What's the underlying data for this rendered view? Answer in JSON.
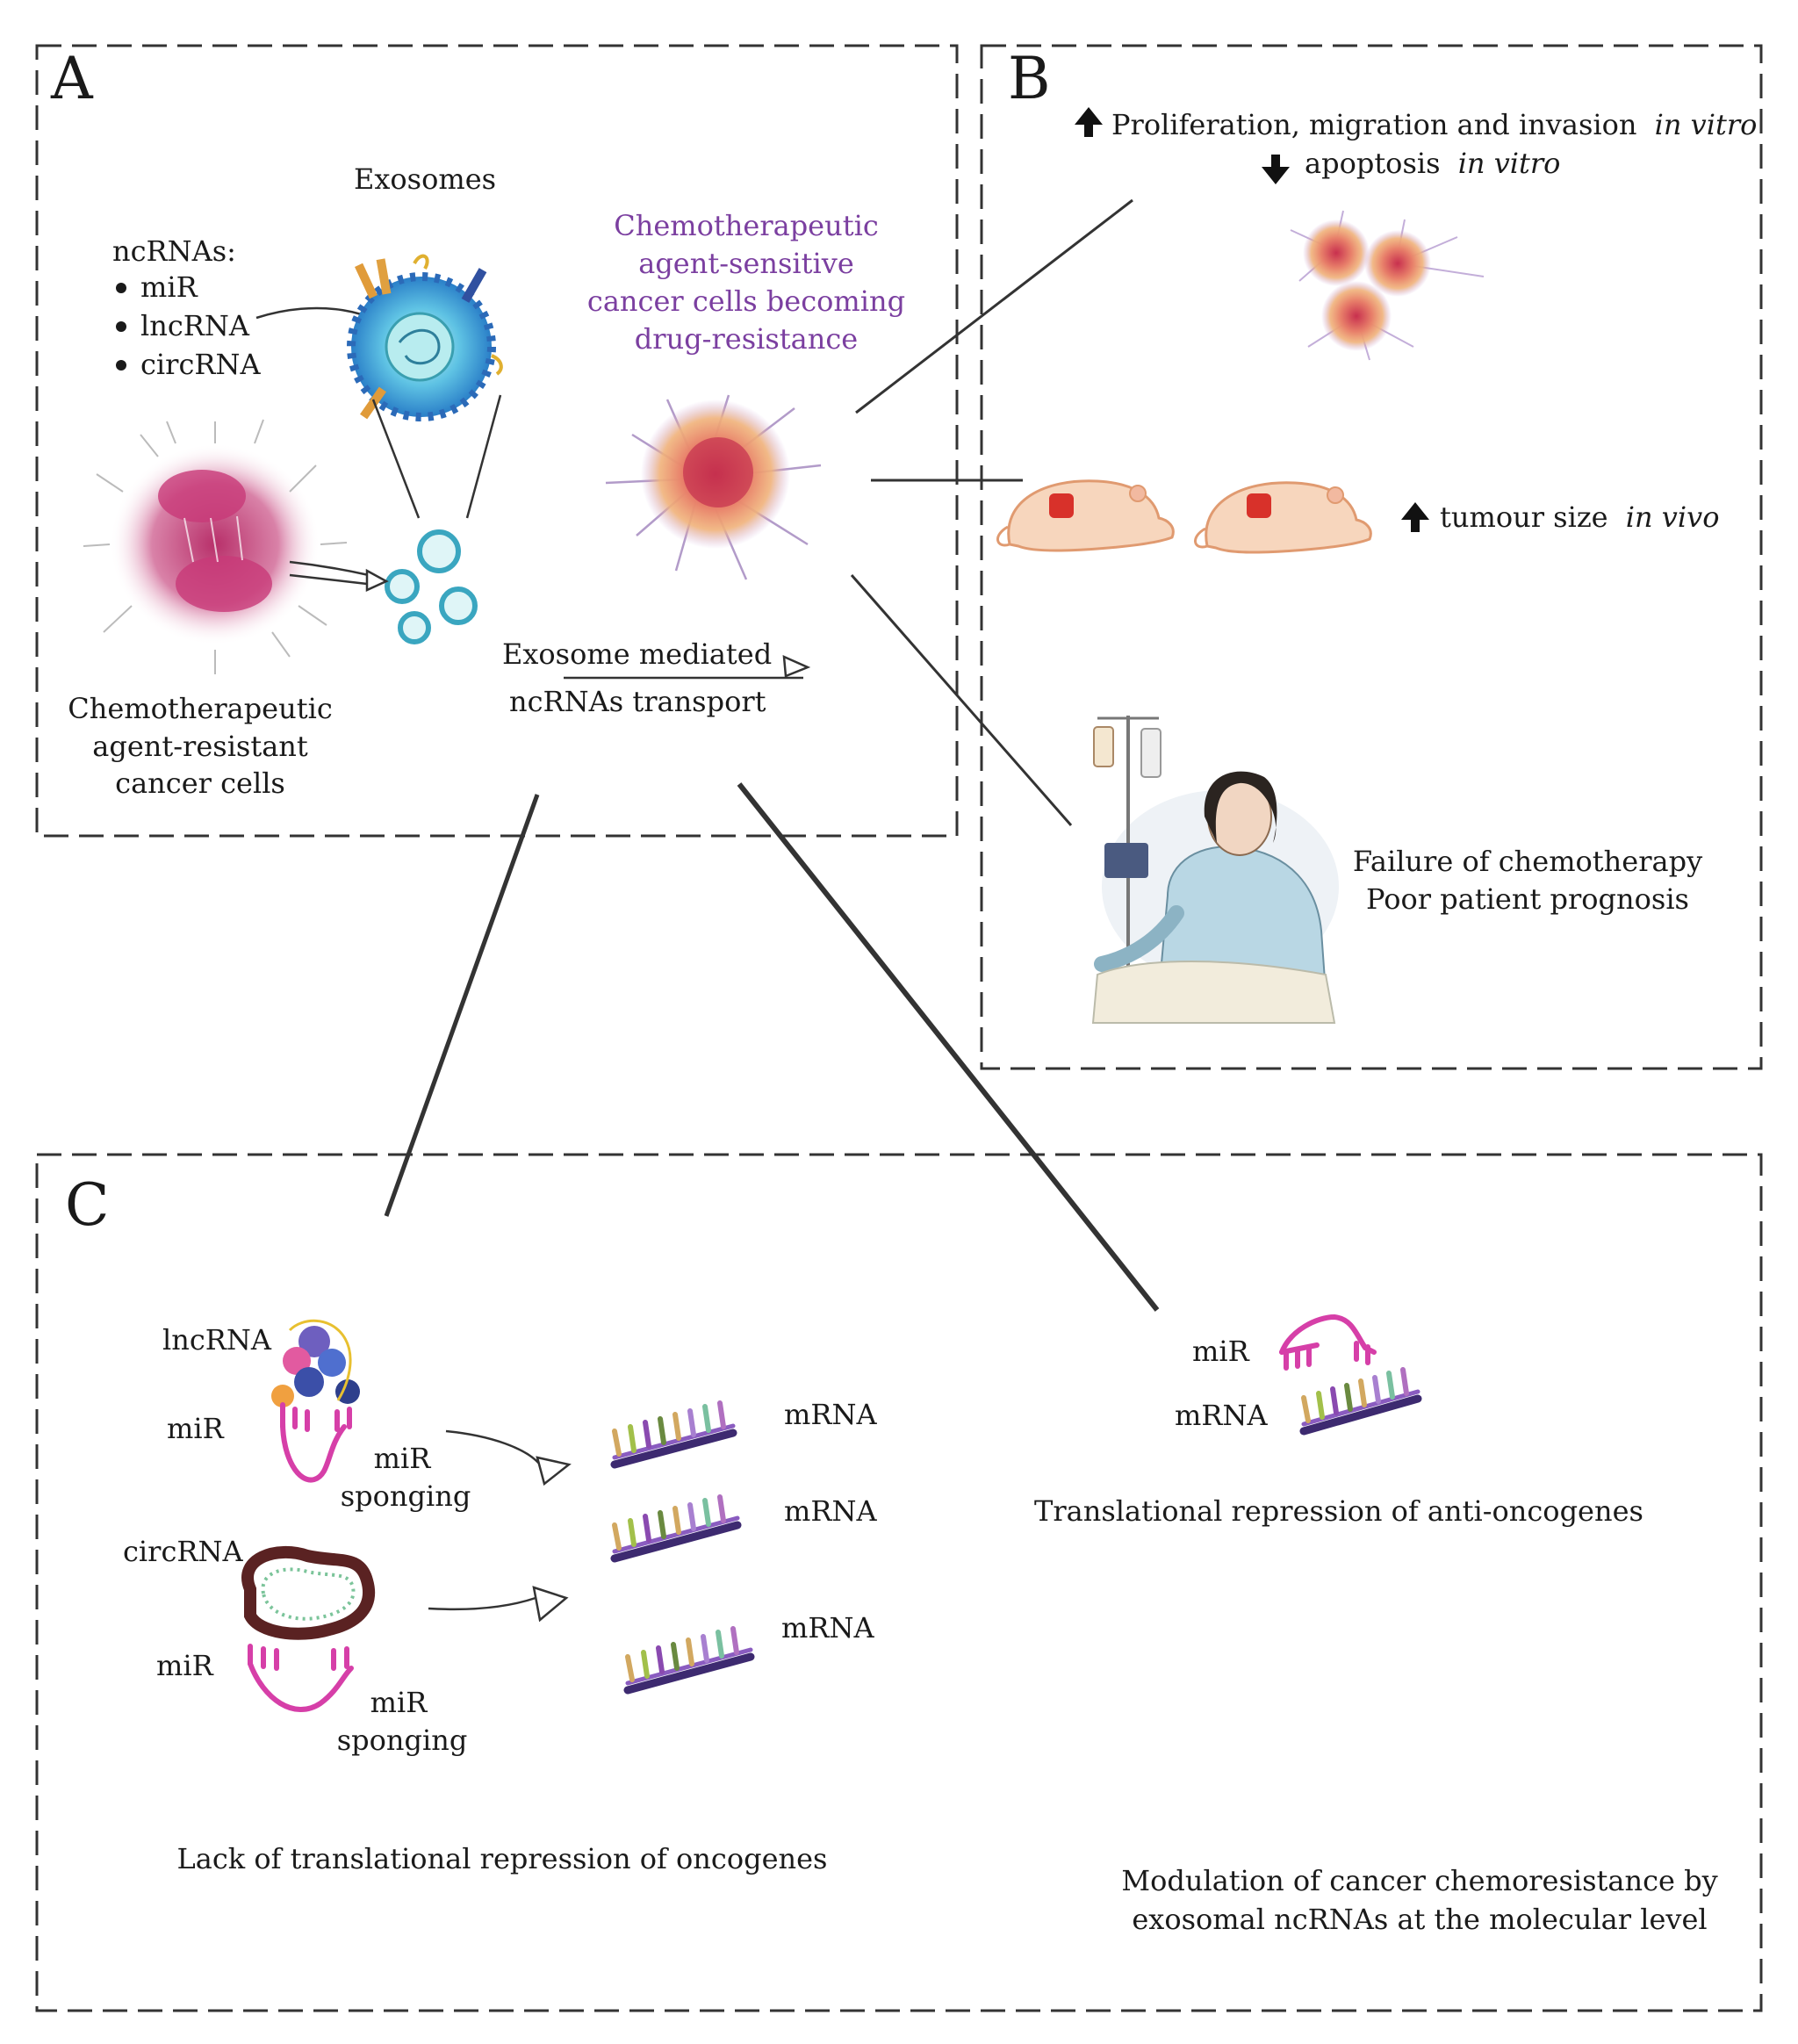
{
  "panels": {
    "a": "A",
    "b": "B",
    "c": "C"
  },
  "panel_a": {
    "exosomes": "Exosomes",
    "ncrnas_heading": "ncRNAs:",
    "ncrna_list": [
      "miR",
      "lncRNA",
      "circRNA"
    ],
    "sensitive_cells": [
      "Chemotherapeutic",
      "agent-sensitive",
      "cancer cells becoming",
      "drug-resistance"
    ],
    "transport": [
      "Exosome mediated",
      "ncRNAs transport"
    ],
    "resistant_cells": [
      "Chemotherapeutic",
      "agent-resistant",
      "cancer cells"
    ]
  },
  "panel_b": {
    "in_vitro_up": "Proliferation, migration and invasion",
    "in_vitro_up_italic": "in vitro",
    "in_vitro_down": "apoptosis",
    "in_vitro_down_italic": "in vitro",
    "in_vivo": "tumour size",
    "in_vivo_italic": "in vivo",
    "clinical": [
      "Failure of chemotherapy",
      "Poor patient prognosis"
    ]
  },
  "panel_c": {
    "lncrna": "lncRNA",
    "mir_1": "miR",
    "sponging_1": [
      "miR",
      "sponging"
    ],
    "circrna": "circRNA",
    "mir_2": "miR",
    "sponging_2": [
      "miR",
      "sponging"
    ],
    "mrna_labels": [
      "mRNA",
      "mRNA",
      "mRNA"
    ],
    "lack_repression": "Lack of translational repression of oncogenes",
    "right_mir": "miR",
    "right_mrna": "mRNA",
    "translational_repression": "Translational repression of anti-oncogenes",
    "summary": [
      "Modulation of cancer chemoresistance by",
      "exosomal ncRNAs at the molecular level"
    ]
  },
  "colors": {
    "purple_text": "#7b3fa0",
    "mir_pink": "#d63fa8",
    "mrna_strand": "#7a4aa0",
    "exosome_blue": "#3aa6d8",
    "cell_red": "#d9506a",
    "mouse": "#f2c4a0"
  },
  "icons": [
    "arrow-up-icon",
    "arrow-down-icon",
    "exosome-icon",
    "cancer-cell-icon",
    "mouse-icon",
    "patient-icon",
    "mrna-icon",
    "mirna-icon",
    "circrna-icon",
    "lncrna-icon"
  ]
}
